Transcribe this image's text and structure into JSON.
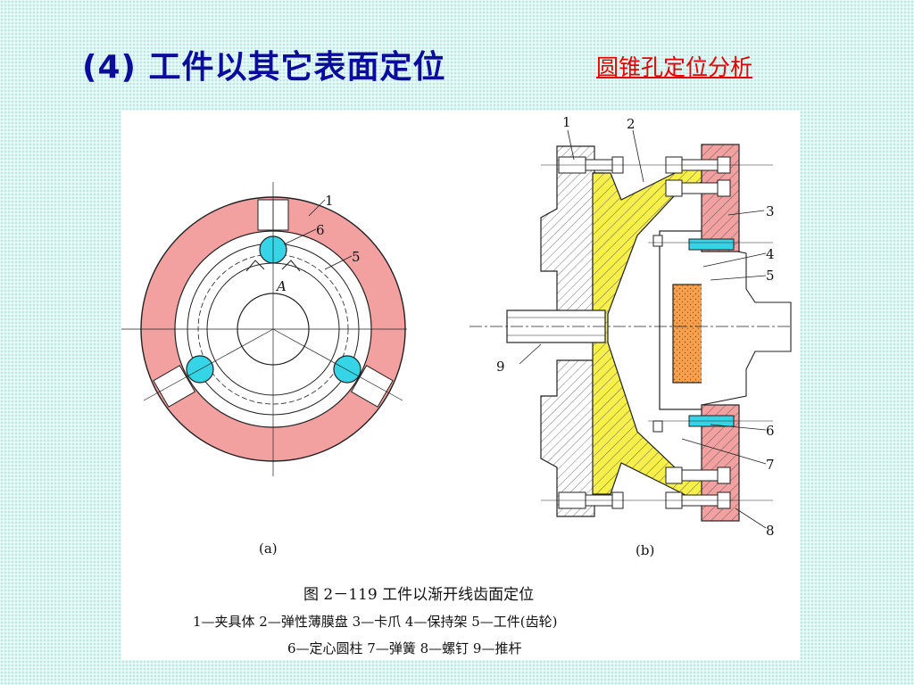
{
  "slide": {
    "title": "(4) 工件以其它表面定位",
    "link_text": "圆锥孔定位分析"
  },
  "figure": {
    "sublabel_a": "(a)",
    "sublabel_b": "(b)",
    "caption": "图 2－119    工件以渐开线齿面定位",
    "legend_line1": "1—夹具体   2—弹性薄膜盘   3—卡爪   4—保持架   5—工件(齿轮)",
    "legend_line2": "6—定心圆柱   7—弹簧   8—螺钉   9—推杆",
    "a_labels": {
      "n1": "1",
      "n6": "6",
      "n5": "5",
      "pointA": "A"
    },
    "b_labels": {
      "n1": "1",
      "n2": "2",
      "n3": "3",
      "n4": "4",
      "n5": "5",
      "n6": "6",
      "n7": "7",
      "n8": "8",
      "n9": "9"
    }
  },
  "colors": {
    "title": "#0b0b9c",
    "link": "#e00000",
    "ring": "#f2a0a0",
    "membrane": "#f7f04a",
    "roller": "#35d4e6",
    "workpiece": "#f6a04e"
  }
}
